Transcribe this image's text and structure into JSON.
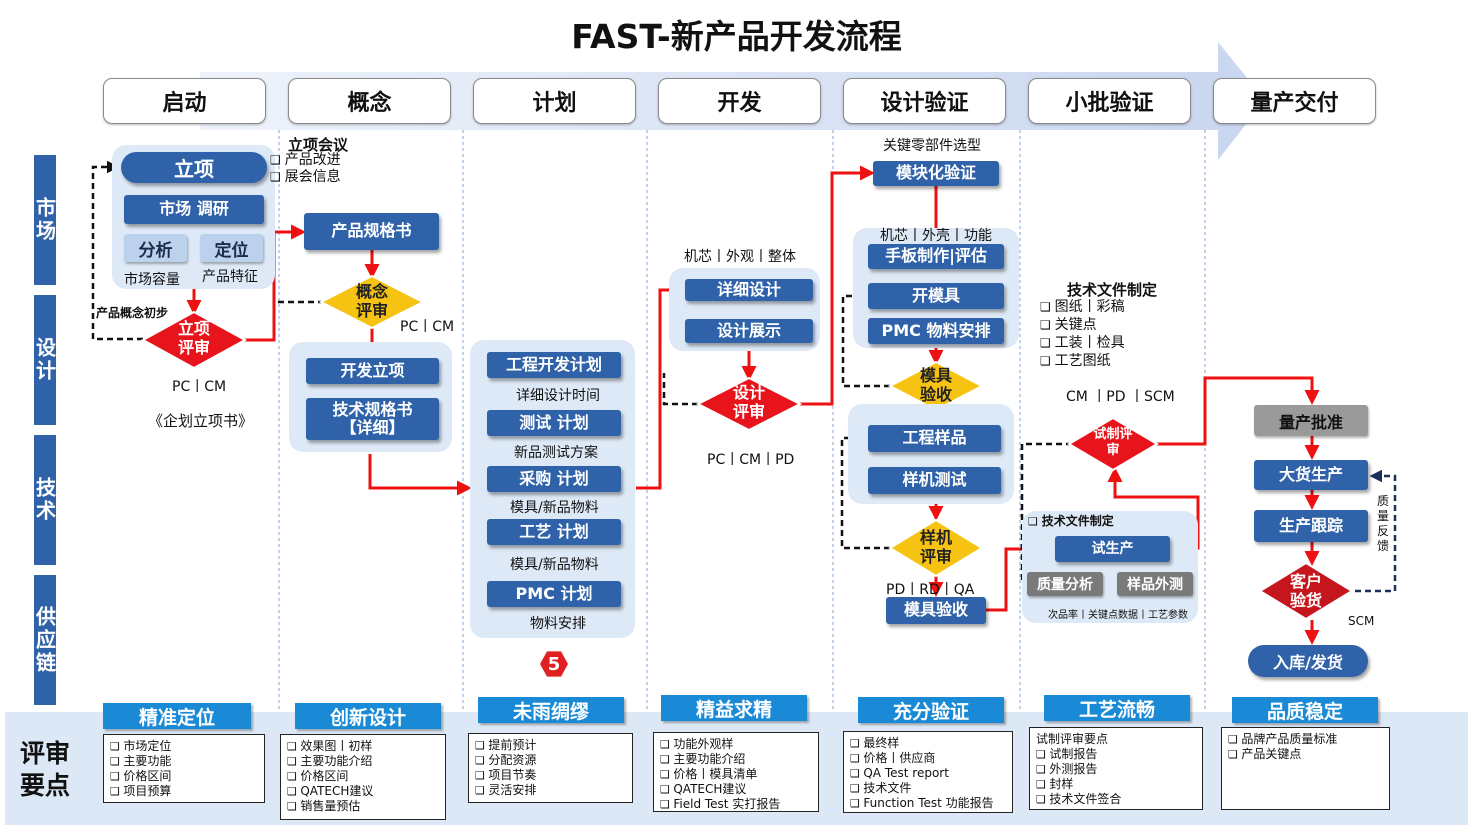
{
  "title": "FAST-新产品开发流程",
  "phases": [
    "启动",
    "概念",
    "计划",
    "开发",
    "设计验证",
    "小批验证",
    "量产交付"
  ],
  "lanes": {
    "market": "市场",
    "design": "设计",
    "tech": "技术",
    "supply": "供应链"
  },
  "start": {
    "lixiang": "立项",
    "shichang_diaoyan": "市场 调研",
    "fenxi": "分析",
    "dingwei": "定位",
    "shichang_rongliang": "市场容量",
    "chanpin_tezheng": "产品特征",
    "chanpin_gainian": "产品概念初步",
    "lixiang_pingshen_1": "立项",
    "lixiang_pingshen_2": "评审",
    "pc_cm": "PC丨CM",
    "qihua": "《企划立项书》"
  },
  "concept": {
    "meeting": "立项会议",
    "meeting_items": [
      "产品改进",
      "展会信息"
    ],
    "spec": "产品规格书",
    "review_1": "概念",
    "review_2": "评审",
    "pc_cm": "PC丨CM",
    "kaifa_lixiang": "开发立项",
    "tech_spec_1": "技术规格书",
    "tech_spec_2": "【详细】"
  },
  "plan": {
    "items": [
      {
        "label": "工程开发计划",
        "note": "详细设计时间"
      },
      {
        "label": "测试 计划",
        "note": "新品测试方案"
      },
      {
        "label": "采购 计划",
        "note": "模具/新品物料"
      },
      {
        "label": "工艺 计划",
        "note": "模具/新品物料"
      },
      {
        "label": "PMC 计划",
        "note": "物料安排"
      }
    ],
    "badge": "5"
  },
  "develop": {
    "top_note": "机芯丨外观丨整体",
    "detail": "详细设计",
    "show": "设计展示",
    "review_1": "设计",
    "review_2": "评审",
    "roles": "PC丨CM丨PD"
  },
  "verify": {
    "top_note": "关键零部件选型",
    "modular": "模块化验证",
    "note2": "机芯丨外壳丨功能",
    "handmade": "手板制作|评估",
    "mold": "开模具",
    "pmc": "PMC 物料安排",
    "mold_check_1": "模具",
    "mold_check_2": "验收",
    "sample": "工程样品",
    "sample_test": "样机测试",
    "sample_review_1": "样机",
    "sample_review_2": "评审",
    "roles": "PD丨RD丨QA",
    "mold_accept": "模具验收"
  },
  "pilot": {
    "tech_docs_title": "技术文件制定",
    "tech_docs": [
      "图纸丨彩稿",
      "关键点",
      "工装丨检具",
      "工艺图纸"
    ],
    "roles": "CM 丨PD 丨SCM",
    "trial_review_1": "试制评",
    "trial_review_2": "审",
    "inner_title": "技术文件制定",
    "trial": "试生产",
    "quality": "质量分析",
    "sample_ext": "样品外测",
    "metrics": "次品率丨关键点数据丨工艺参数"
  },
  "mass": {
    "approve": "量产批准",
    "bulk": "大货生产",
    "track": "生产跟踪",
    "accept_1": "客户",
    "accept_2": "验货",
    "feedback": "质量反馈",
    "scm": "SCM",
    "ship": "入库/发货"
  },
  "review_label": "评审要点",
  "reviews": [
    {
      "head": "精准定位",
      "items": [
        "市场定位",
        "主要功能",
        "价格区间",
        "项目预算"
      ]
    },
    {
      "head": "创新设计",
      "items": [
        "效果图丨初样",
        "主要功能介绍",
        "价格区间",
        "QATECH建议",
        "销售量预估"
      ]
    },
    {
      "head": "未雨绸缪",
      "items": [
        "提前预计",
        "分配资源",
        "项目节奏",
        "灵活安排"
      ]
    },
    {
      "head": "精益求精",
      "items": [
        "功能外观样",
        "主要功能介绍",
        "价格丨模具清单",
        "QATECH建议",
        "Field Test  实打报告"
      ]
    },
    {
      "head": "充分验证",
      "items": [
        "最终样",
        "价格丨供应商",
        "QA Test report",
        "技术文件",
        "Function Test  功能报告"
      ]
    },
    {
      "head": "工艺流畅",
      "intro": "试制评审要点",
      "items": [
        "试制报告",
        "外测报告",
        "封样",
        "技术文件签合"
      ]
    },
    {
      "head": "品质稳定",
      "items": [
        "品牌产品质量标准",
        "产品关键点"
      ]
    }
  ],
  "colors": {
    "primary": "#2f62a8",
    "light": "#dde9f6",
    "arrow_red": "#ee1111",
    "diamond_red": "#e8141c",
    "diamond_gold": "#f6c313",
    "review_head": "#1a8ad6"
  }
}
